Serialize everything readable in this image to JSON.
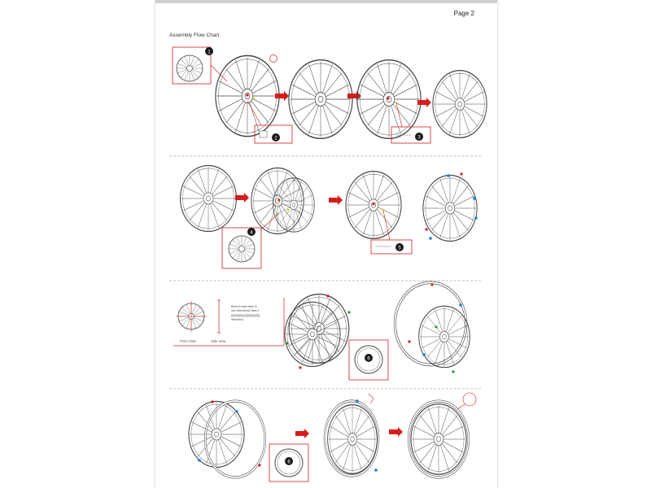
{
  "document": {
    "page_label": "Page 2",
    "title": "Assembly Flow Chart"
  },
  "steps": [
    "1",
    "2",
    "3",
    "4",
    "5",
    "6",
    "6"
  ],
  "notes": [
    "Bend 5 each tabs in",
    "one direction(2 tabs 1",
    "[2]/[4]/[0]/[1]/[0]/[0]/[0]]",
    "direction)"
  ],
  "views": {
    "front": "Front View",
    "side": "Side View"
  },
  "colors": {
    "accent_red": "#d61c1c",
    "marker_blue": "#1e7fd6",
    "marker_green": "#1e9a3a",
    "marker_yellow": "#e8d500",
    "badge_black": "#1a1a1a"
  },
  "icons": [
    "arrow-icon",
    "magnify-callout-icon",
    "part-callout-icon"
  ]
}
